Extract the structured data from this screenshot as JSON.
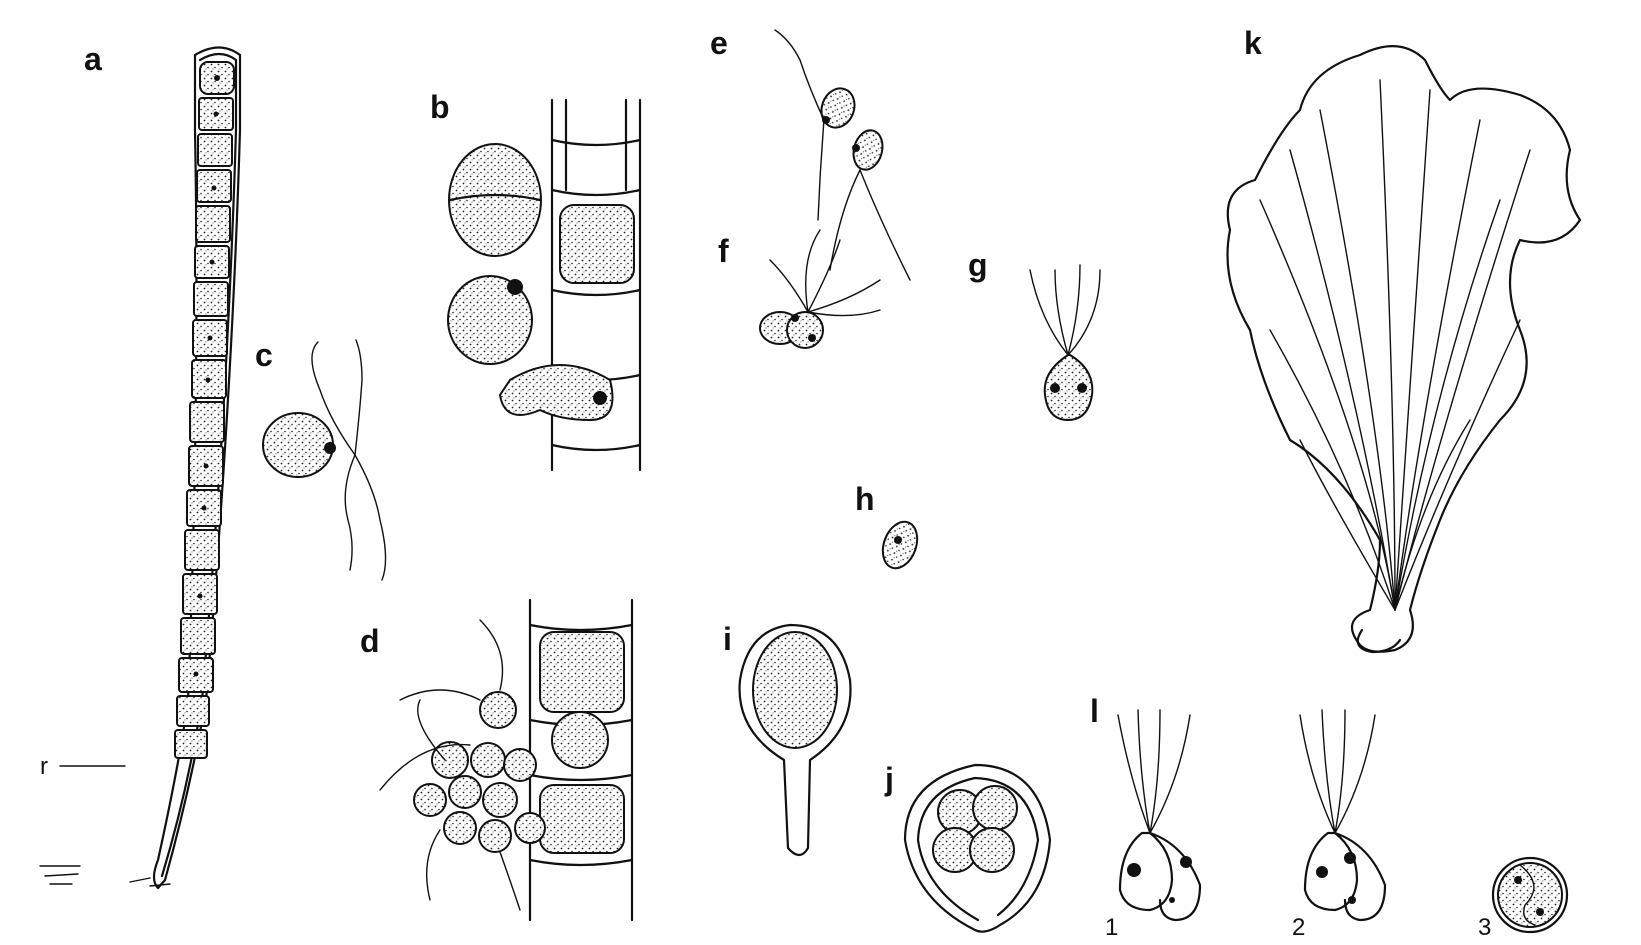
{
  "figure": {
    "panel_labels": {
      "a": "a",
      "b": "b",
      "c": "c",
      "d": "d",
      "e": "e",
      "f": "f",
      "g": "g",
      "h": "h",
      "i": "i",
      "j": "j",
      "k": "k",
      "l": "l"
    },
    "annotations": {
      "r": "r"
    },
    "sublabels_l": [
      "1",
      "2",
      "3"
    ]
  },
  "colors": {
    "ink": "#111111",
    "background": "#ffffff"
  }
}
